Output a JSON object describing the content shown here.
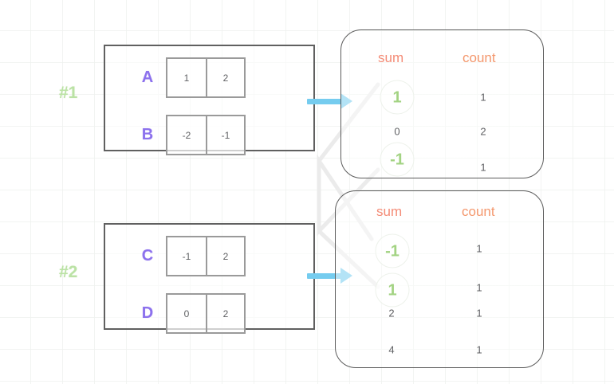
{
  "markers": [
    {
      "id": "m1",
      "label": "#1",
      "color": "#9ed67e"
    },
    {
      "id": "m2",
      "label": "#2",
      "color": "#9ed67e"
    }
  ],
  "matrices": [
    {
      "name": "partition-1",
      "rows": [
        {
          "label": "A",
          "cells": [
            "1",
            "2"
          ]
        },
        {
          "label": "B",
          "cells": [
            "-2",
            "-1"
          ]
        }
      ]
    },
    {
      "name": "partition-2",
      "rows": [
        {
          "label": "C",
          "cells": [
            "-1",
            "2"
          ]
        },
        {
          "label": "D",
          "cells": [
            "0",
            "2"
          ]
        }
      ]
    }
  ],
  "results": [
    {
      "name": "result-table-1",
      "headers": {
        "sum": "sum",
        "count": "count"
      },
      "rows": [
        {
          "sum": "1",
          "count": "1",
          "highlight": true
        },
        {
          "sum": "0",
          "count": "2",
          "highlight": false
        },
        {
          "sum": "-1",
          "count": "1",
          "highlight": true
        }
      ]
    },
    {
      "name": "result-table-2",
      "headers": {
        "sum": "sum",
        "count": "count"
      },
      "rows": [
        {
          "sum": "-1",
          "count": "1",
          "highlight": true
        },
        {
          "sum": "1",
          "count": "1",
          "highlight": true
        },
        {
          "sum": "2",
          "count": "1",
          "highlight": false
        },
        {
          "sum": "4",
          "count": "1",
          "highlight": false
        }
      ]
    }
  ],
  "arrows": [
    {
      "name": "arrow-partition-1",
      "color": "#3ab6e8"
    },
    {
      "name": "arrow-partition-2",
      "color": "#3ab6e8"
    }
  ],
  "colors": {
    "grid": "#e9ece9",
    "marker_green": "#9ed67e",
    "row_label_purple": "#5b34e6",
    "header_orange": "#f05a3c",
    "circled_green": "#7cc04e",
    "arrow_blue": "#3ab6e8",
    "panel_border": "#151515",
    "cell_border": "#6f6f6f",
    "connector_gray": "#e3e3e3"
  },
  "chart_data": {
    "type": "diagram",
    "title": "",
    "description": "Two input key-value partitions mapped to sum/count aggregate tables, with matching keys connected across the two result tables.",
    "partitions": [
      {
        "marker": "#1",
        "entries": [
          {
            "key": "A",
            "values": [
              1,
              2
            ]
          },
          {
            "key": "B",
            "values": [
              -2,
              -1
            ]
          }
        ]
      },
      {
        "marker": "#2",
        "entries": [
          {
            "key": "C",
            "values": [
              -1,
              2
            ]
          },
          {
            "key": "D",
            "values": [
              0,
              2
            ]
          }
        ]
      }
    ],
    "tables": [
      {
        "name": "result-table-1",
        "columns": [
          "sum",
          "count"
        ],
        "values": [
          [
            1,
            1
          ],
          [
            0,
            2
          ],
          [
            -1,
            1
          ]
        ],
        "highlighted_sums": [
          1,
          -1
        ]
      },
      {
        "name": "result-table-2",
        "columns": [
          "sum",
          "count"
        ],
        "values": [
          [
            -1,
            1
          ],
          [
            1,
            1
          ],
          [
            2,
            1
          ],
          [
            4,
            1
          ]
        ],
        "highlighted_sums": [
          -1,
          1
        ]
      }
    ],
    "links": [
      {
        "from_table": "result-table-1",
        "from_sum": 1,
        "to_table": "result-table-2",
        "to_sum": 1
      },
      {
        "from_table": "result-table-1",
        "from_sum": -1,
        "to_table": "result-table-2",
        "to_sum": -1
      }
    ]
  }
}
